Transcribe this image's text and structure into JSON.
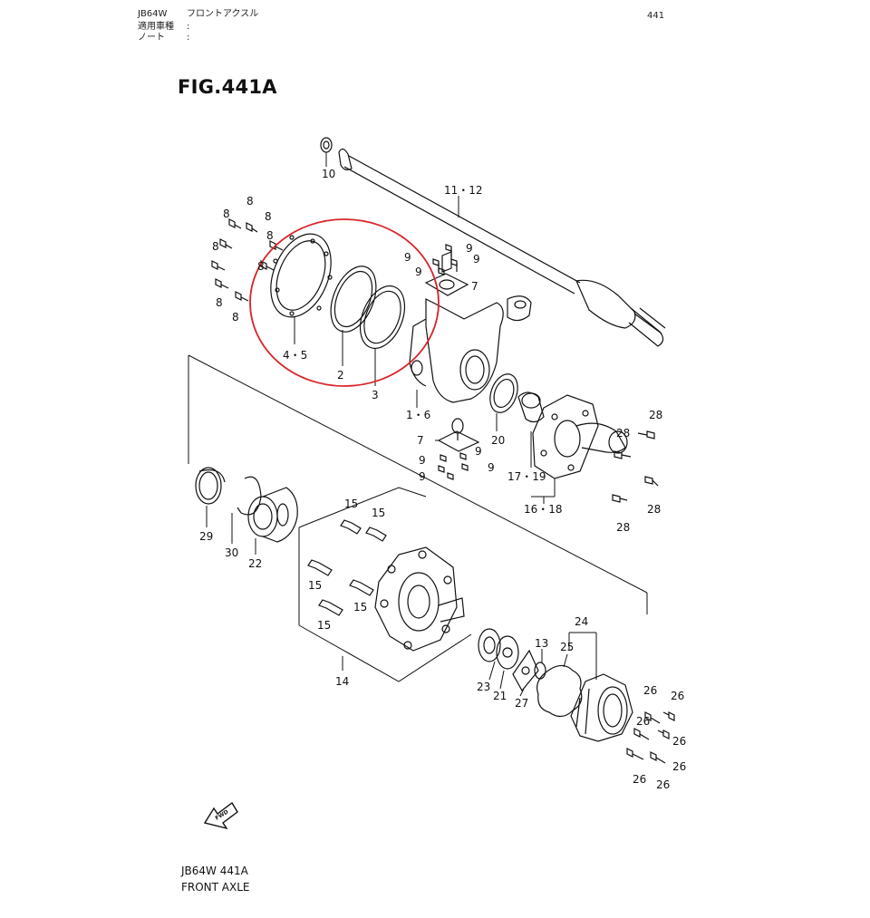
{
  "header": {
    "model": "JB64W",
    "section": "フロントアクスル",
    "page_number": "441",
    "applicable_models_label": "適用車種",
    "applicable_models_sep": ":",
    "notes_label": "ノート",
    "notes_sep": ":"
  },
  "figure": {
    "title": "FIG.441A",
    "fwd_label": "FWD",
    "part_labels": {
      "p10": "10",
      "p11_12": "11・12",
      "p8a": "8",
      "p8b": "8",
      "p8c": "8",
      "p8d": "8",
      "p8e": "8",
      "p8f": "8",
      "p8g": "8",
      "p8h": "8",
      "p9a": "9",
      "p9b": "9",
      "p9c": "9",
      "p9d": "9",
      "p7a": "7",
      "p4_5": "4・5",
      "p2": "2",
      "p3": "3",
      "p1_6": "1・6",
      "p7b": "7",
      "p9e": "9",
      "p9f": "9",
      "p9g": "9",
      "p9h": "9",
      "p20": "20",
      "p17_19": "17・19",
      "p16_18": "16・18",
      "p28a": "28",
      "p28b": "28",
      "p28c": "28",
      "p28d": "28",
      "p29": "29",
      "p30": "30",
      "p22": "22",
      "p15a": "15",
      "p15b": "15",
      "p15c": "15",
      "p15d": "15",
      "p15e": "15",
      "p14": "14",
      "p23": "23",
      "p21": "21",
      "p27": "27",
      "p13": "13",
      "p25": "25",
      "p24": "24",
      "p26a": "26",
      "p26b": "26",
      "p26c": "26",
      "p26d": "26",
      "p26e": "26",
      "p26f": "26"
    },
    "highlight_color": "#d9262c",
    "line_color": "#111111"
  },
  "footer": {
    "code": "JB64W 441A",
    "name": "FRONT AXLE"
  }
}
